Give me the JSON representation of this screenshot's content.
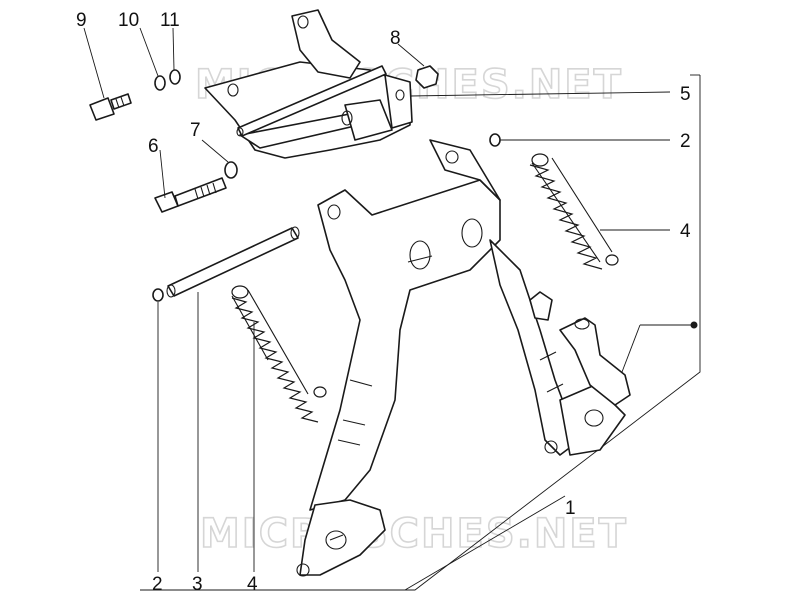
{
  "watermark": "MICROSCHES.NET",
  "callouts": {
    "c1": "1",
    "c2_top": "2",
    "c2_bottom": "2",
    "c4_top": "4",
    "c4_bottom": "4",
    "c3": "3",
    "c5": "5",
    "c6": "6",
    "c7": "7",
    "c8": "8",
    "c9": "9",
    "c10": "10",
    "c11": "11"
  }
}
